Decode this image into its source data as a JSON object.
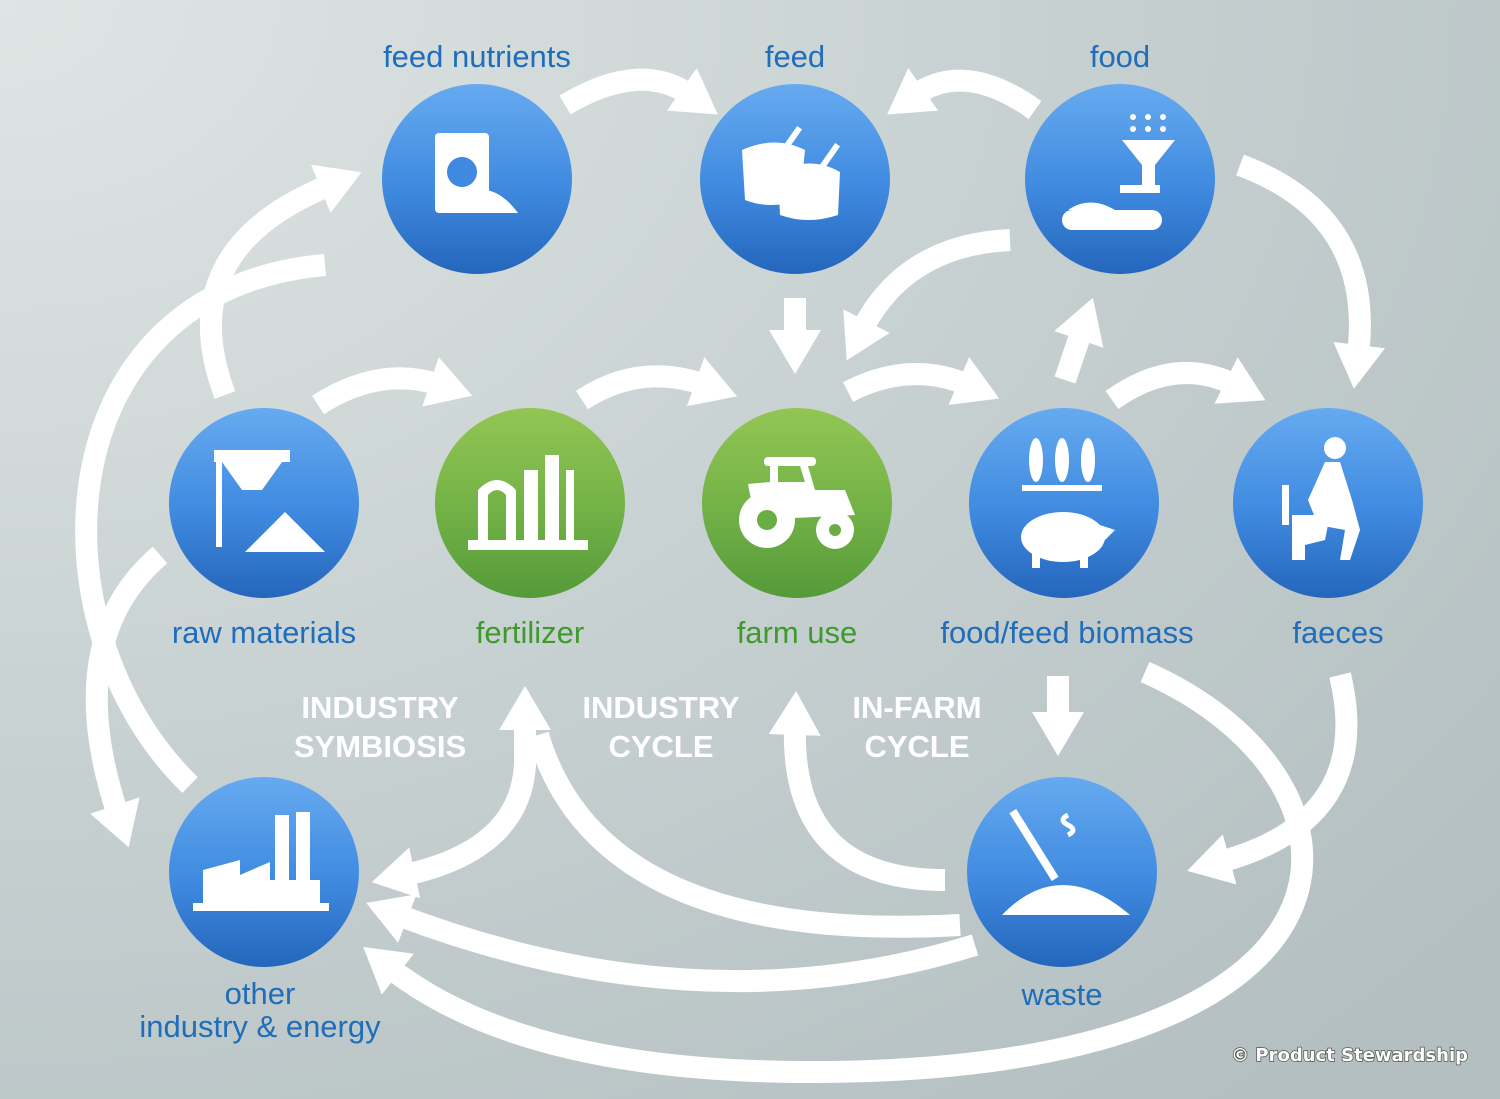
{
  "nodes": {
    "feed_nutrients": "feed nutrients",
    "feed": "feed",
    "food": "food",
    "raw_materials": "raw materials",
    "fertilizer": "fertilizer",
    "farm_use": "farm use",
    "biomass": "food/feed biomass",
    "faeces": "faeces",
    "other_line1": "other",
    "other_line2": "industry & energy",
    "waste": "waste"
  },
  "cycles": {
    "symbiosis_1": "INDUSTRY",
    "symbiosis_2": "SYMBIOSIS",
    "industry_1": "INDUSTRY",
    "industry_2": "CYCLE",
    "farm_1": "IN-FARM",
    "farm_2": "CYCLE"
  },
  "copyright": "© Product Stewardship",
  "colors": {
    "blue": "#2f7fd6",
    "green": "#6aad45",
    "text_blue": "#1f6dbb",
    "text_green": "#3f9a2e"
  }
}
